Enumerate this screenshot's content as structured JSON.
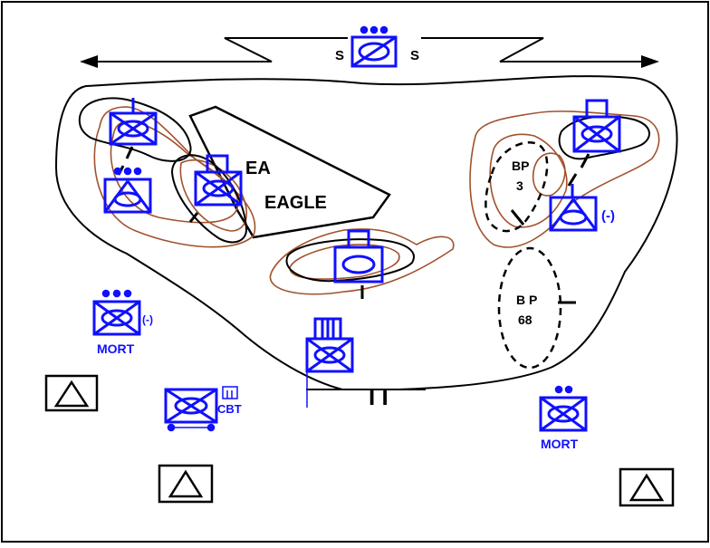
{
  "labels": {
    "ea_line1": "EA",
    "ea_line2": "EAGLE",
    "bp3_line1": "BP",
    "bp3_line2": "3",
    "bp68_line1": "B P",
    "bp68_line2": "68",
    "screen_left": "S",
    "screen_right": "S",
    "boundary": "I I",
    "minus_right": "(-)",
    "minus_left": "(-)",
    "mort_left": "MORT",
    "mort_right": "MORT",
    "cbt": "CBT"
  },
  "colors": {
    "unit_blue": "#1010ff",
    "contour_brown": "#a0522d",
    "line_black": "#000000"
  }
}
